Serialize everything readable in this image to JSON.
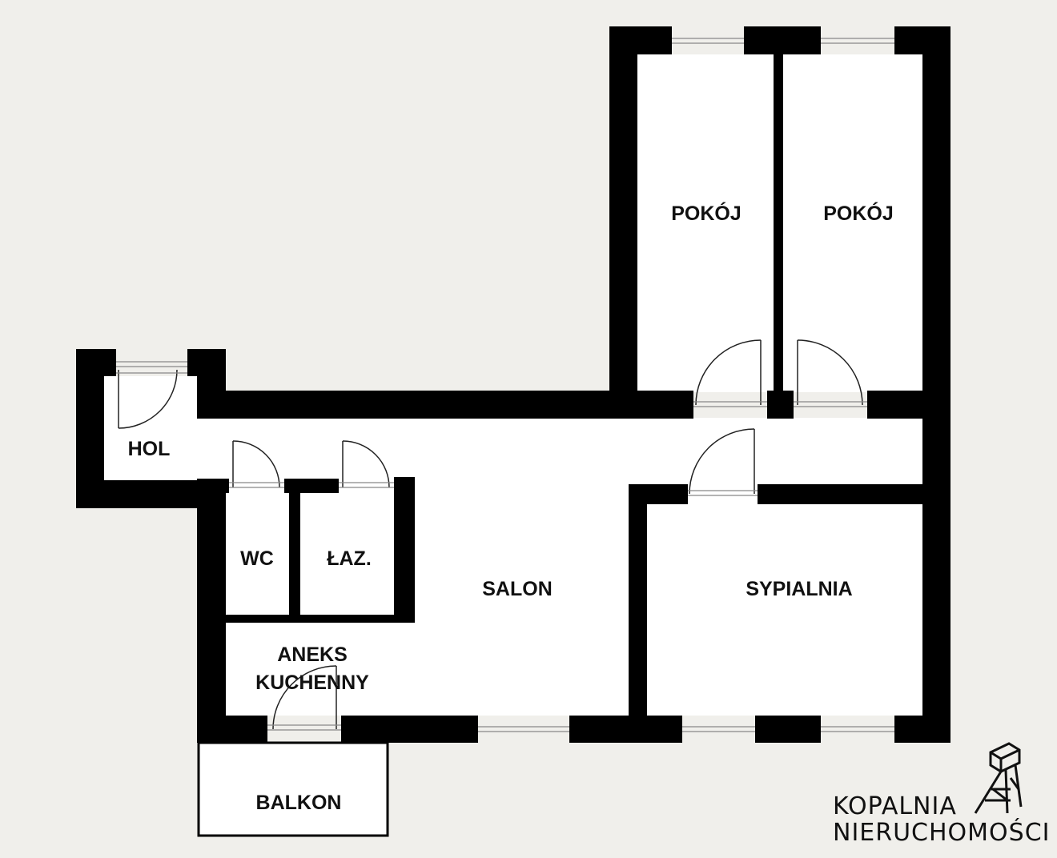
{
  "rooms": {
    "pokoj_left": "POKÓJ",
    "pokoj_right": "POKÓJ",
    "hol": "HOL",
    "wc": "WC",
    "laz": "ŁAZ.",
    "salon": "SALON",
    "sypialnia": "SYPIALNIA",
    "aneks_line1": "ANEKS",
    "aneks_line2": "KUCHENNY",
    "balkon": "BALKON"
  },
  "logo": {
    "line1": "KOPALNIA",
    "line2": "NIERUCHOMOŚCI",
    "icon": "mine-headframe-icon"
  },
  "colors": {
    "background": "#f0efeb",
    "wall": "#000000",
    "floor": "#ffffff"
  }
}
